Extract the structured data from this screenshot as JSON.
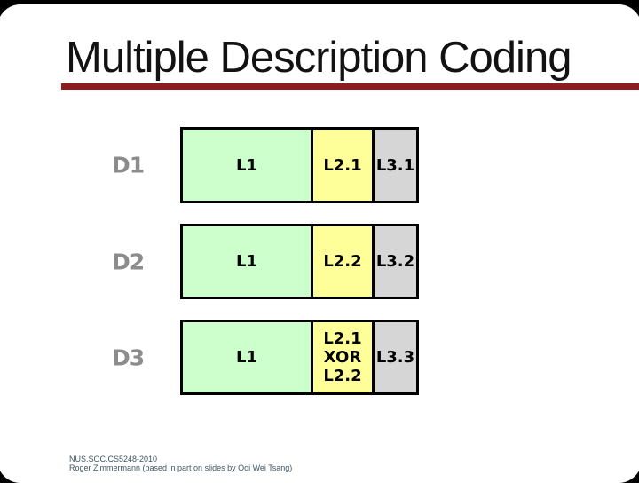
{
  "slide": {
    "title": "Multiple Description Coding",
    "footer": {
      "line1": "NUS.SOC.CS5248-2010",
      "line2": "Roger Zimmermann (based in part on slides by Ooi Wei Tsang)"
    },
    "diagram": {
      "rows": [
        {
          "label": "D1",
          "cells": [
            {
              "text": "L1"
            },
            {
              "text": "L2.1"
            },
            {
              "text": "L3.1"
            }
          ]
        },
        {
          "label": "D2",
          "cells": [
            {
              "text": "L1"
            },
            {
              "text": "L2.2"
            },
            {
              "text": "L3.2"
            }
          ]
        },
        {
          "label": "D3",
          "cells": [
            {
              "text": "L1"
            },
            {
              "text": "L2.1\nXOR\nL2.2"
            },
            {
              "text": "L3.3"
            }
          ]
        }
      ]
    },
    "colors": {
      "accent_red": "#8b1e1e",
      "cell_green": "#ccffcc",
      "cell_yellow": "#ffff99",
      "cell_gray": "#d6d6d6",
      "cell_border": "#000000",
      "label_gray": "#8c8c8c",
      "footer_teal": "#3f5560",
      "backdrop": "#000000",
      "slide_background": "#ffffff"
    }
  }
}
